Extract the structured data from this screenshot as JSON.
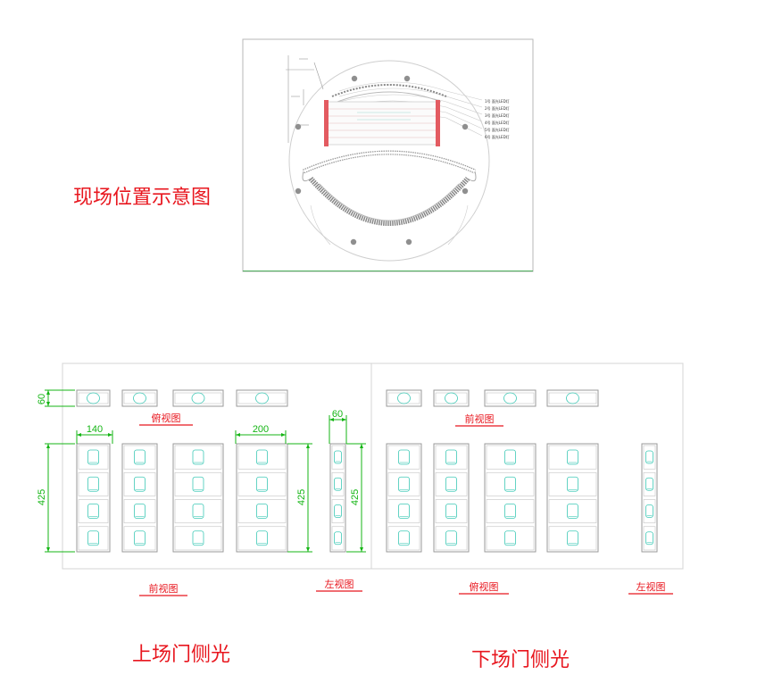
{
  "site_plan": {
    "title": "现场位置示意图",
    "side_labels": [
      "1号 面光LED灯",
      "2号 面光LED灯",
      "3号 面光LED灯",
      "4号 面光LED灯",
      "5号 面光LED灯",
      "6号 面光LED灯"
    ]
  },
  "stage_left": {
    "title": "上场门侧光",
    "top_view_label": "俯视图",
    "front_view_label": "前视图",
    "left_view_label": "左视图",
    "dims": {
      "top_height": "60",
      "unit_width": "140",
      "wide_width": "200",
      "side_depth": "60",
      "height_left": "425",
      "height_mid": "425",
      "height_right": "425"
    }
  },
  "stage_right": {
    "title": "下场门侧光",
    "top_view_label": "前视图",
    "front_view_label": "俯视图",
    "left_view_label": "左视图"
  },
  "colors": {
    "label_red": "#e8161e",
    "dimension_green": "#14b514",
    "line_gray": "#9a9a9a",
    "lamp_cyan": "#3ec9b6"
  }
}
